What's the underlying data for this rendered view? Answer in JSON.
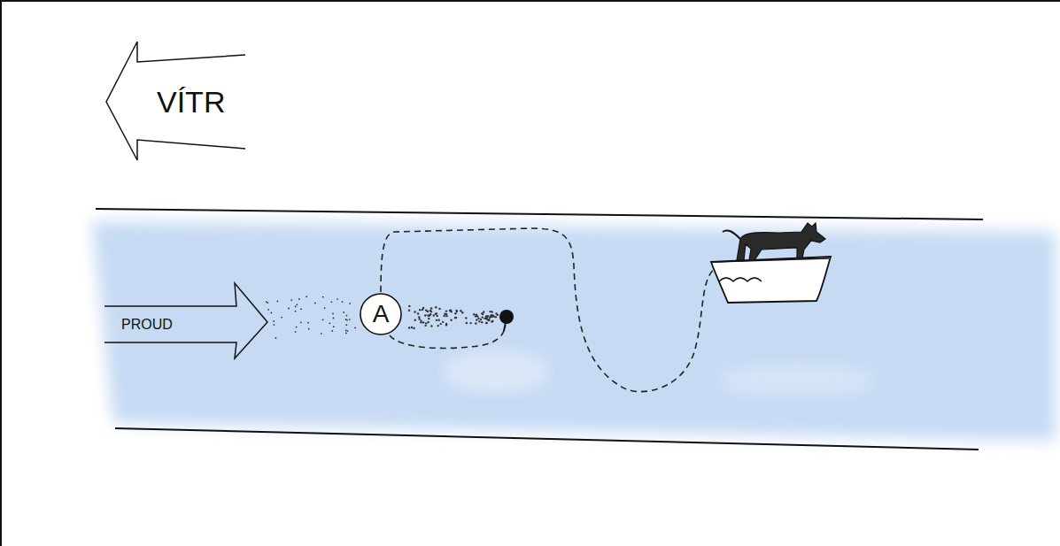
{
  "diagram": {
    "nodes": [
      {
        "text": [
          "VÍTR"
        ]
      },
      {
        "text": [
          "PROUD"
        ]
      },
      {
        "text": [
          "A"
        ]
      }
    ]
  }
}
